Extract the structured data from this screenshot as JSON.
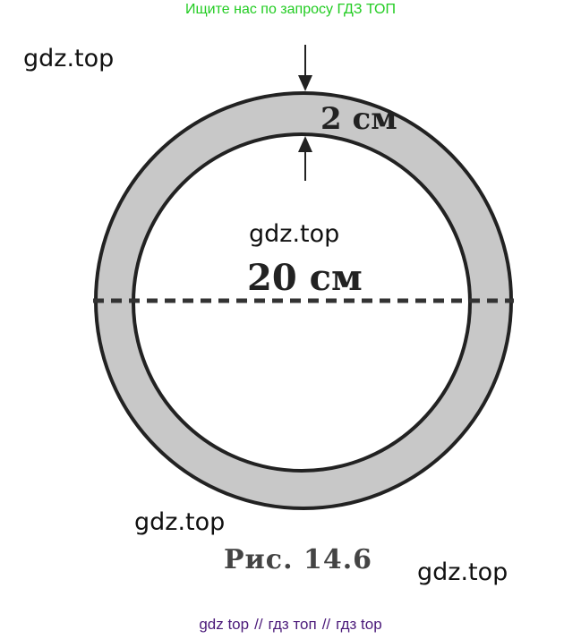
{
  "header": {
    "search_link": "Ищите нас по запросу ГДЗ ТОП"
  },
  "watermarks": [
    "gdz.top",
    "gdz.top",
    "gdz.top",
    "gdz.top"
  ],
  "figure": {
    "width_label": "2 см",
    "diameter_label": "20 см",
    "caption": "Рис. 14.6",
    "colors": {
      "ring_fill": "#c8c8c8",
      "stroke": "#222222"
    }
  },
  "footer": {
    "links": [
      "gdz top",
      "гдз топ",
      "гдз top"
    ],
    "separator": "//"
  }
}
